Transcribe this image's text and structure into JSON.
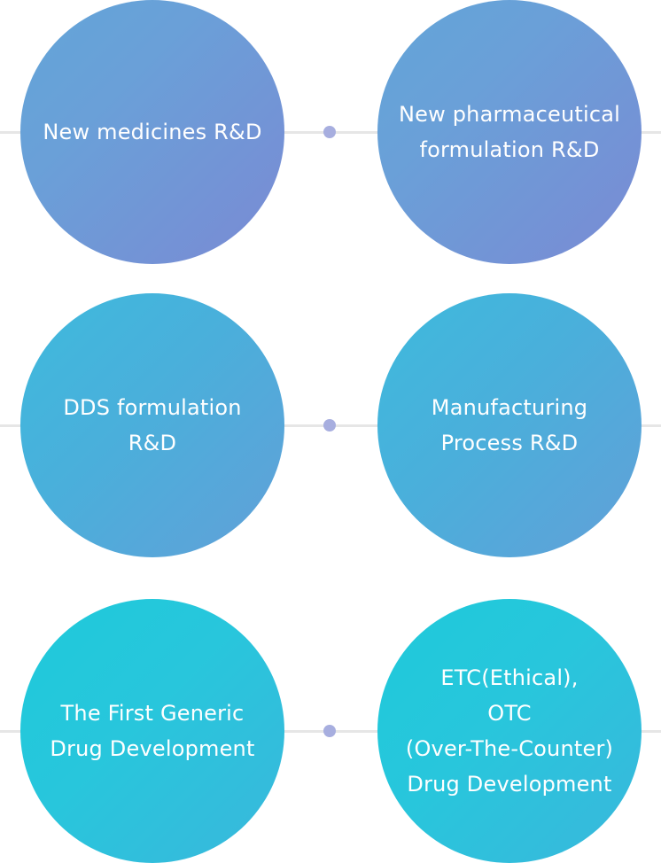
{
  "items": [
    {
      "lines": [
        "New medicines R&D"
      ]
    },
    {
      "lines": [
        "New pharmaceutical",
        "formulation R&D"
      ]
    },
    {
      "lines": [
        "DDS formulation",
        "R&D"
      ]
    },
    {
      "lines": [
        "Manufacturing",
        "Process R&D"
      ]
    },
    {
      "lines": [
        "The First Generic",
        "Drug Development"
      ]
    },
    {
      "lines": [
        "ETC(Ethical),",
        "OTC",
        "(Over-The-Counter)",
        "Drug Development"
      ]
    }
  ],
  "colors": {
    "connector": "#e6e6e6",
    "dot": "#a7aedf",
    "row1_gradient": [
      "#62a5d8",
      "#7a8ad4"
    ],
    "row2_gradient": [
      "#3ebadd",
      "#62a0d8"
    ],
    "row3_gradient": [
      "#1ecada",
      "#3ab7dc"
    ]
  }
}
